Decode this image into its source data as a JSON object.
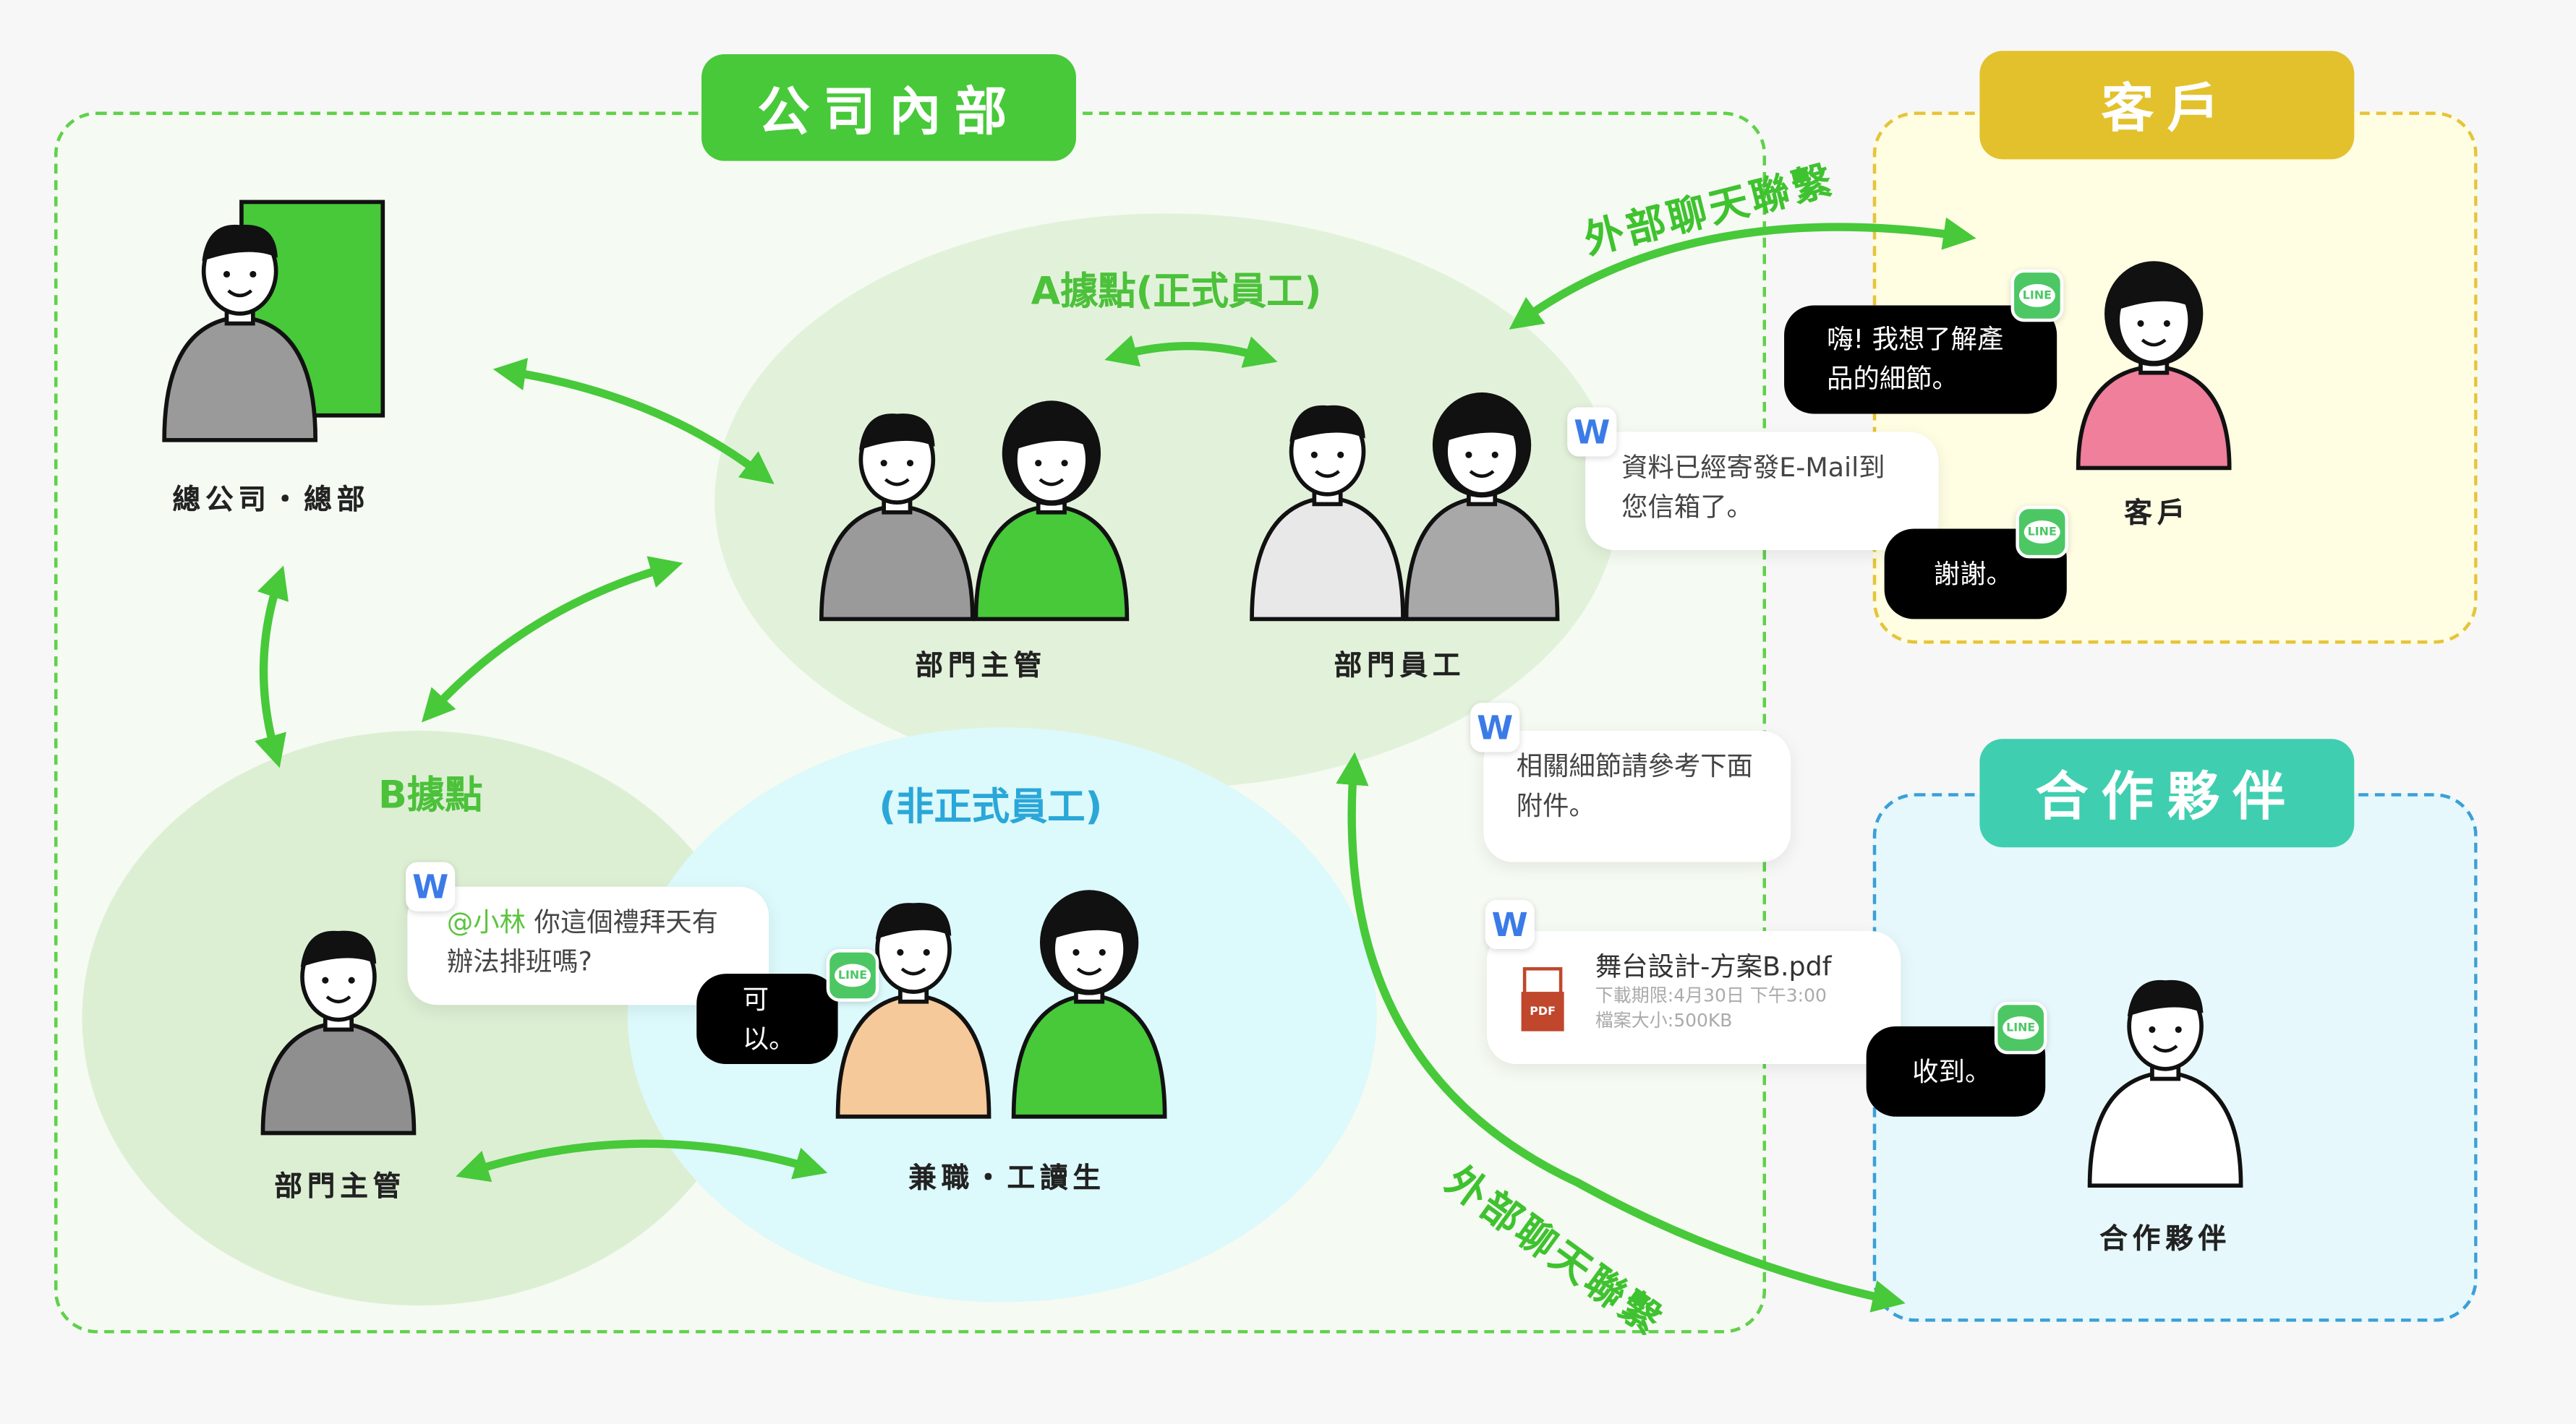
{
  "groups": {
    "internal": {
      "title": "公司內部",
      "color": "#47c93a"
    },
    "customer": {
      "title": "客戶",
      "color": "#e2c12c"
    },
    "partner": {
      "title": "合作夥伴",
      "color": "#3fcfb0"
    }
  },
  "sites": {
    "a": "A據點(正式員工)",
    "b": "B據點",
    "informal": "(非正式員工)"
  },
  "people": {
    "hq": "總公司・總部",
    "a_manager": "部門主管",
    "a_staff": "部門員工",
    "b_manager": "部門主管",
    "parttime": "兼職・工讀生",
    "customer": "客戶",
    "partner": "合作夥伴"
  },
  "external_chat_label": "外部聊天聯繫",
  "chats": {
    "customer_hi": "嗨! 我想了解產品的細節。",
    "staff_reply": "資料已經寄發E-Mail到您信箱了。",
    "customer_thanks": "謝謝。",
    "staff_details": "相關細節請參考下面附件。",
    "file": {
      "name": "舞台設計-方案B.pdf",
      "deadline": "下載期限:4月30日 下午3:00",
      "size": "檔案大小:500KB",
      "icon_label": "PDF"
    },
    "partner_ack": "收到。",
    "mention": "@小林",
    "manager_ask": "你這個禮拜天有辦法排班嗎?",
    "parttime_reply": "可以。"
  },
  "icons": {
    "line": "LINE",
    "works": "W"
  }
}
